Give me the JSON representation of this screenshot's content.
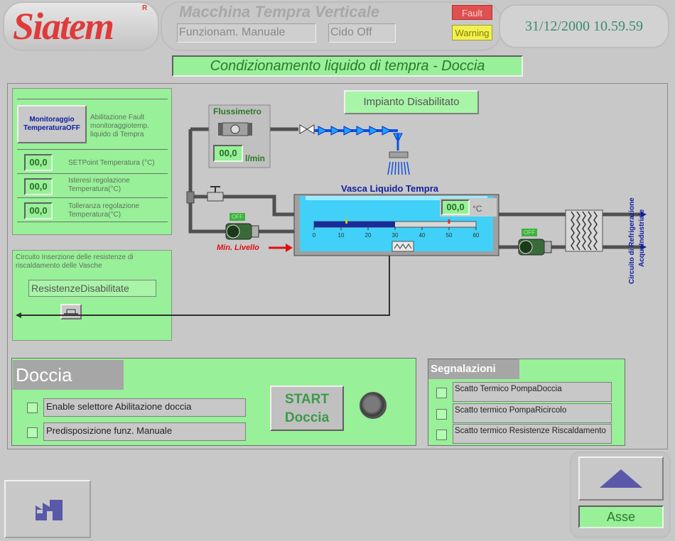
{
  "header": {
    "logo_text": "Siatem",
    "logo_mark": "R",
    "machine_title": "Macchina Tempra Verticale",
    "mode_field": "Funzionam. Manuale",
    "cycle_field": "Cido Off",
    "fault_label": "Fault",
    "warning_label": "Warning",
    "datetime": "31/12/2000 10.59.59"
  },
  "screen_title": "Condizionamento liquido di tempra - Doccia",
  "plant_status": "Impianto Disabilitato",
  "temperature_panel": {
    "monitor_button": "Monitoraggio TemperaturaOFF",
    "monitor_desc": "Abilitazione Fault monitoraggiotemp. liquido di Tempra",
    "rows": [
      {
        "value": "00,0",
        "label": "SETPoint Temperatura (°C)"
      },
      {
        "value": "00,0",
        "label": "Isteresi regolazione Temperatura(°C)"
      },
      {
        "value": "00,0",
        "label": "Tolleranza regolazione Temperatura(°C)"
      }
    ]
  },
  "heater_panel": {
    "title": "Circuito Inserzione delle resistenze di riscaldamento delle Vasche",
    "status": "ResistenzeDisabilitate"
  },
  "diagram": {
    "flowmeter_title": "Flussimetro",
    "flow_value": "00,0",
    "flow_unit": "l/min",
    "tank_title": "Vasca Liquido Tempra",
    "tank_temp": "00,0",
    "tank_temp_unit": "°C",
    "min_level": "Min. Livello",
    "pump_off_left": "OFF",
    "pump_off_right": "OFF",
    "scale_ticks": [
      "0",
      "10",
      "20",
      "30",
      "40",
      "50",
      "60"
    ],
    "temperature_fill_fraction": 0.5,
    "setpoint_marker": 12,
    "limit_marker": 50,
    "cooling_circuit_1": "Circuito di Refrigerazione",
    "cooling_circuit_2": "AcquaIndustriale"
  },
  "doccia": {
    "title": "Doccia",
    "options": [
      {
        "label": "Enable selettore Abilitazione doccia"
      },
      {
        "label": "Predisposizione funz. Manuale"
      }
    ],
    "start_line1": "START",
    "start_line2": "Doccia"
  },
  "segnalazioni": {
    "title": "Segnalazioni",
    "items": [
      {
        "label": "Scatto Termico PompaDoccia"
      },
      {
        "label": "Scatto termico PompaRicircolo"
      },
      {
        "label": "Scatto termico Resistenze Riscaldamento"
      }
    ]
  },
  "footer": {
    "asse_label": "Asse",
    "home_icon": "factory-home-icon",
    "up_icon": "triangle-up-icon"
  },
  "colors": {
    "panel_green": "#98f098",
    "logo_red": "#e03a3a",
    "pipe_dark": "#505050",
    "water_blue": "#1050e0"
  }
}
